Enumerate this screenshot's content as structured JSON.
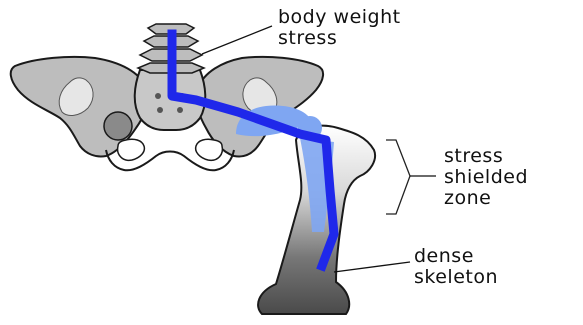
{
  "labels": {
    "body_weight": [
      "body  weight",
      "stress"
    ],
    "stress_shielded": [
      "stress",
      "shielded",
      "zone"
    ],
    "dense_skeleton": [
      "dense",
      "skeleton"
    ]
  },
  "colors": {
    "bone_fill": "#bdbdbd",
    "bone_dark": "#6e6e6e",
    "bone_outline": "#1a1a1a",
    "implant_light": "#7fa6f2",
    "stress_path": "#1f28ea",
    "background": "#ffffff"
  }
}
